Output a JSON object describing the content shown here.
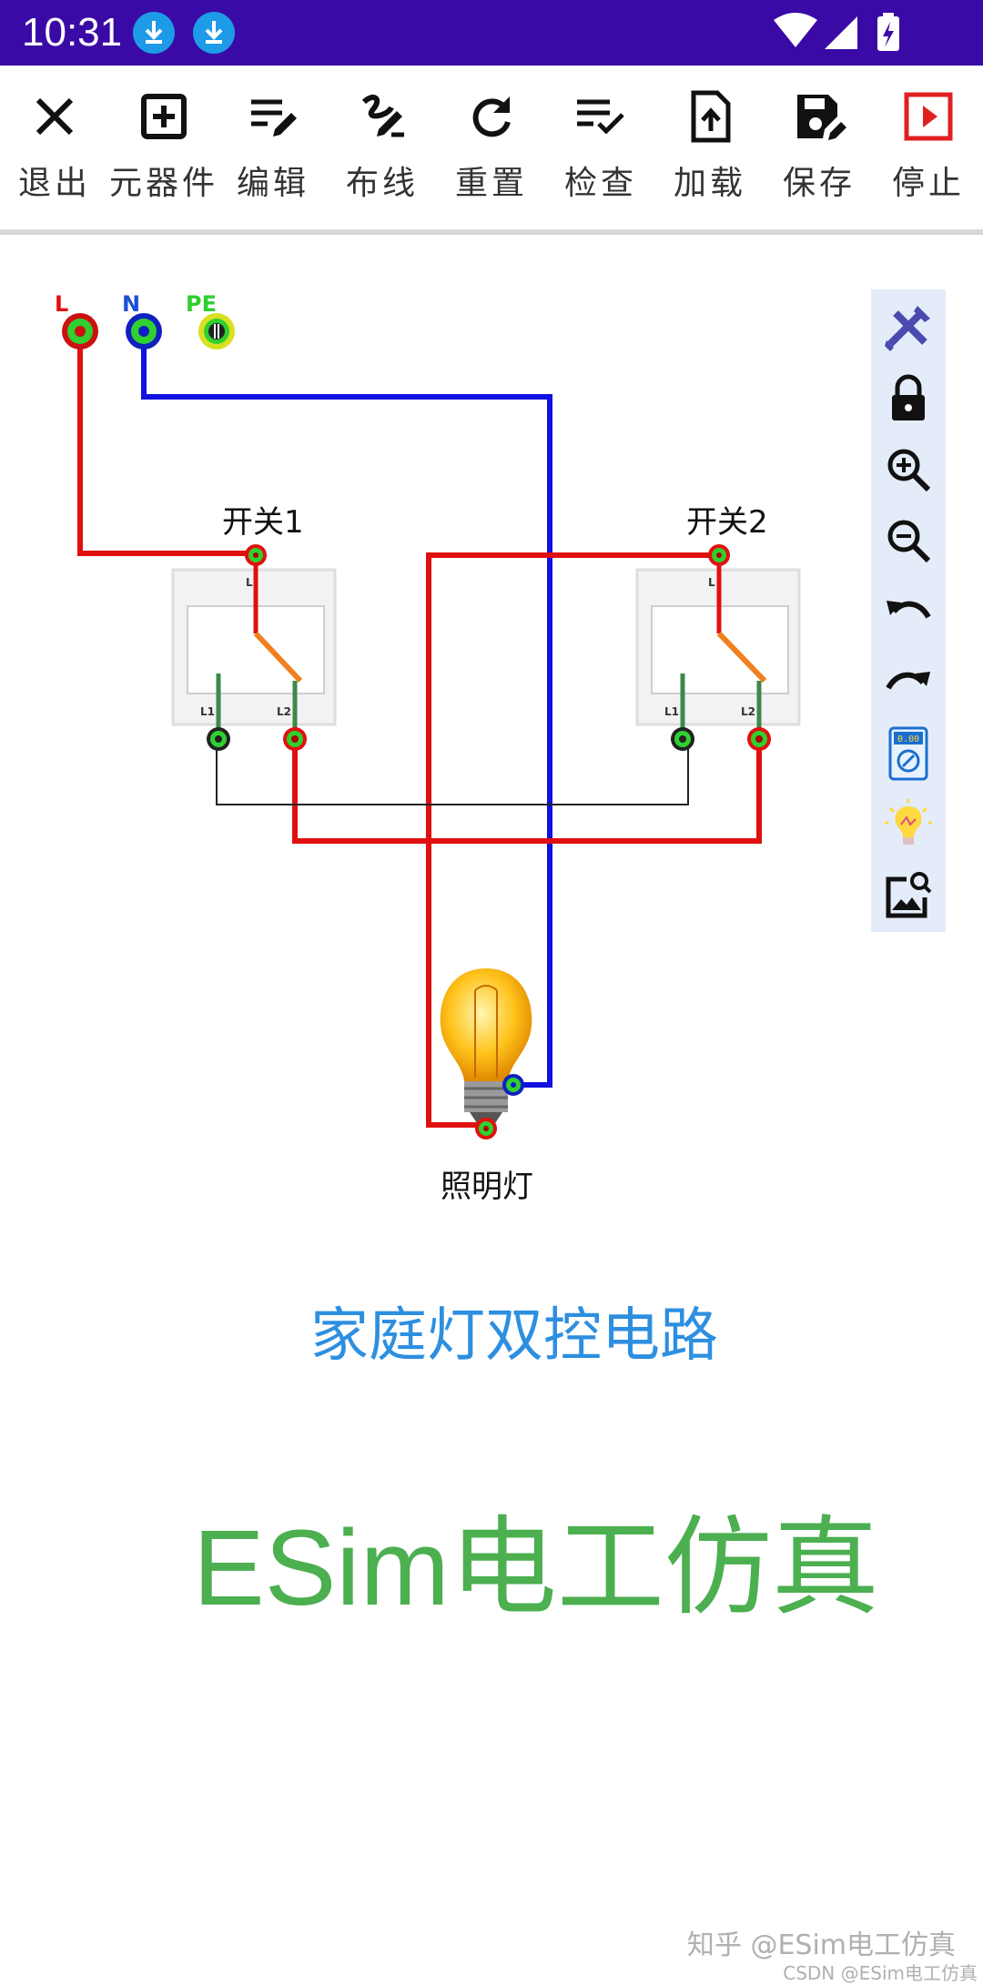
{
  "status_bar": {
    "time": "10:31",
    "icons": [
      "download-icon",
      "download-icon",
      "wifi-icon",
      "signal-icon",
      "battery-charging-icon"
    ]
  },
  "toolbar": {
    "items": [
      {
        "label": "退出",
        "icon": "close-icon"
      },
      {
        "label": "元器件",
        "icon": "add-box-icon"
      },
      {
        "label": "编辑",
        "icon": "edit-list-icon"
      },
      {
        "label": "布线",
        "icon": "draw-icon"
      },
      {
        "label": "重置",
        "icon": "refresh-icon"
      },
      {
        "label": "检查",
        "icon": "checklist-icon"
      },
      {
        "label": "加载",
        "icon": "upload-file-icon"
      },
      {
        "label": "保存",
        "icon": "save-edit-icon"
      },
      {
        "label": "停止",
        "icon": "stop-play-icon"
      }
    ]
  },
  "circuit": {
    "terminals": {
      "L": "L",
      "N": "N",
      "PE": "PE"
    },
    "switch1_label": "开关1",
    "switch2_label": "开关2",
    "switch_pins": {
      "common": "L",
      "a": "L1",
      "b": "L2"
    },
    "lamp_label": "照明灯",
    "colors": {
      "live": "#e01010",
      "neutral": "#1010e0",
      "switch_internal": "#f08020",
      "pin_green": "#3a8a4a",
      "travel": "#222222"
    }
  },
  "side_panel": {
    "tools": [
      "tools-icon",
      "lock-icon",
      "zoom-in-icon",
      "zoom-out-icon",
      "undo-icon",
      "redo-icon",
      "multimeter-icon",
      "bulb-icon",
      "image-search-icon"
    ]
  },
  "titles": {
    "circuit_name": "家庭灯双控电路",
    "brand": "ESim电工仿真"
  },
  "watermarks": {
    "zhihu": "知乎 @ESim电工仿真",
    "csdn": "CSDN @ESim电工仿真"
  },
  "theme": {
    "status_bar_color": "#3a0aa6",
    "brand_color": "#4caf50",
    "title_color": "#2d8fe0"
  }
}
